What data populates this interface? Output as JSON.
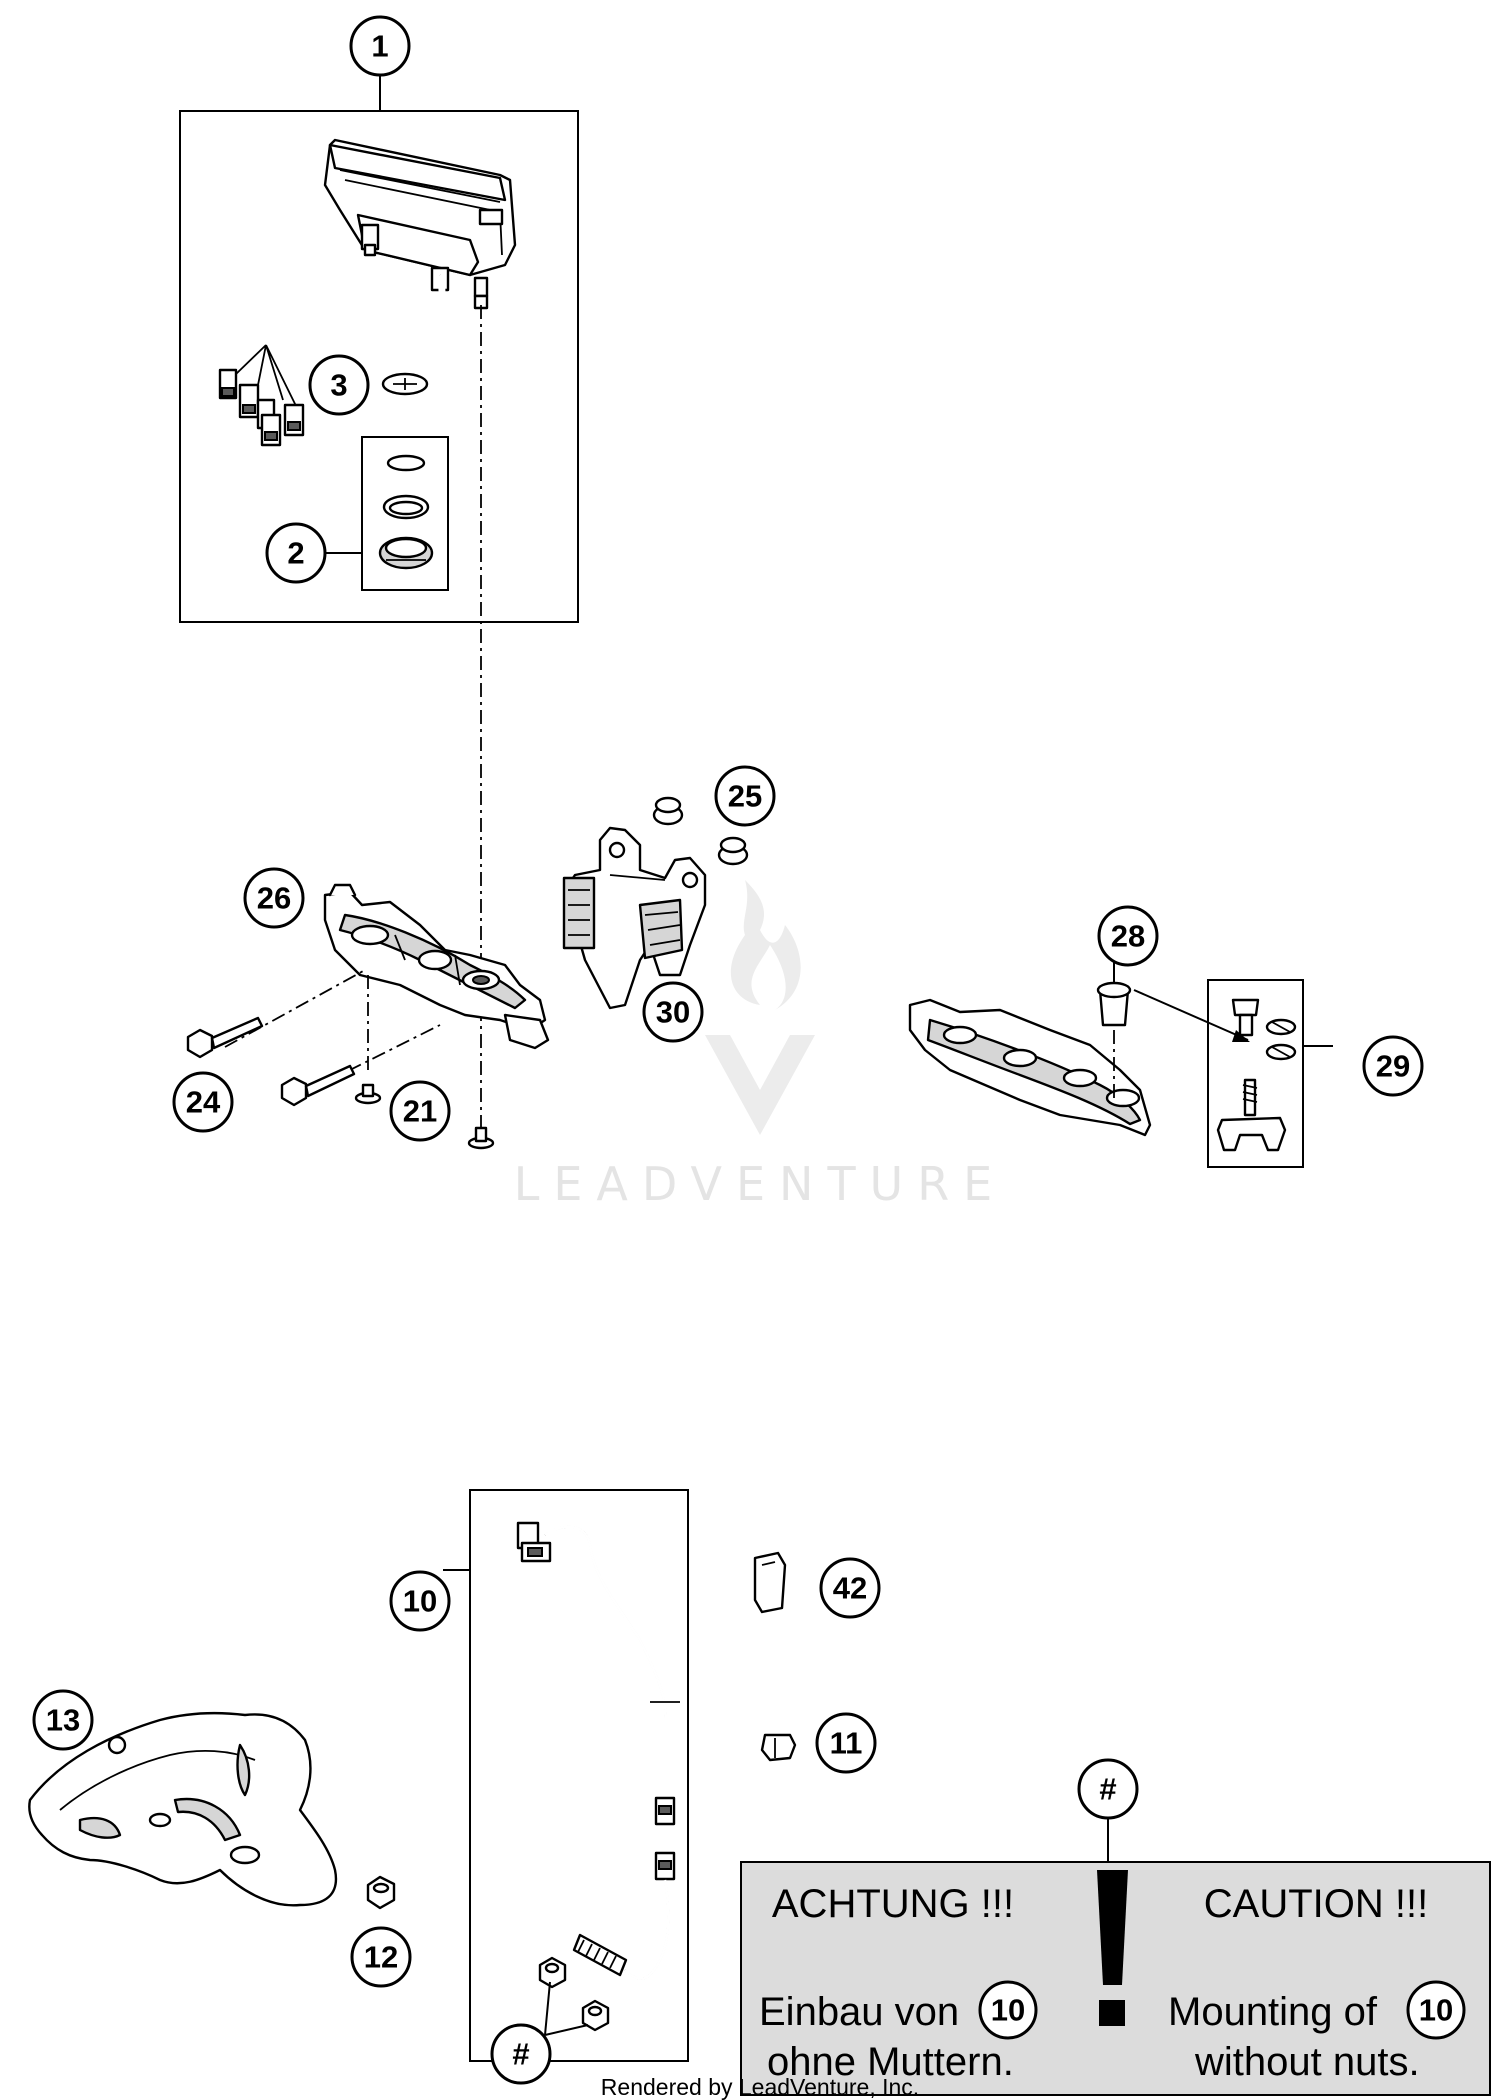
{
  "callouts": {
    "c1": "1",
    "c2": "2",
    "c3": "3",
    "c10": "10",
    "c11": "11",
    "c12": "12",
    "c13": "13",
    "c21": "21",
    "c24": "24",
    "c25": "25",
    "c26": "26",
    "c28": "28",
    "c29": "29",
    "c30": "30",
    "c42": "42",
    "hash_top": "#",
    "hash_bottom": "#"
  },
  "watermark": {
    "text": "LEADVENTURE"
  },
  "caution": {
    "german_title": "ACHTUNG !!!",
    "english_title": "CAUTION !!!",
    "german_line1": "Einbau von",
    "german_line2": "ohne Muttern.",
    "english_line1": "Mounting of",
    "english_line2": "without nuts.",
    "german_ref": "10",
    "english_ref": "10"
  },
  "footer": {
    "text": "Rendered by LeadVenture, Inc."
  }
}
